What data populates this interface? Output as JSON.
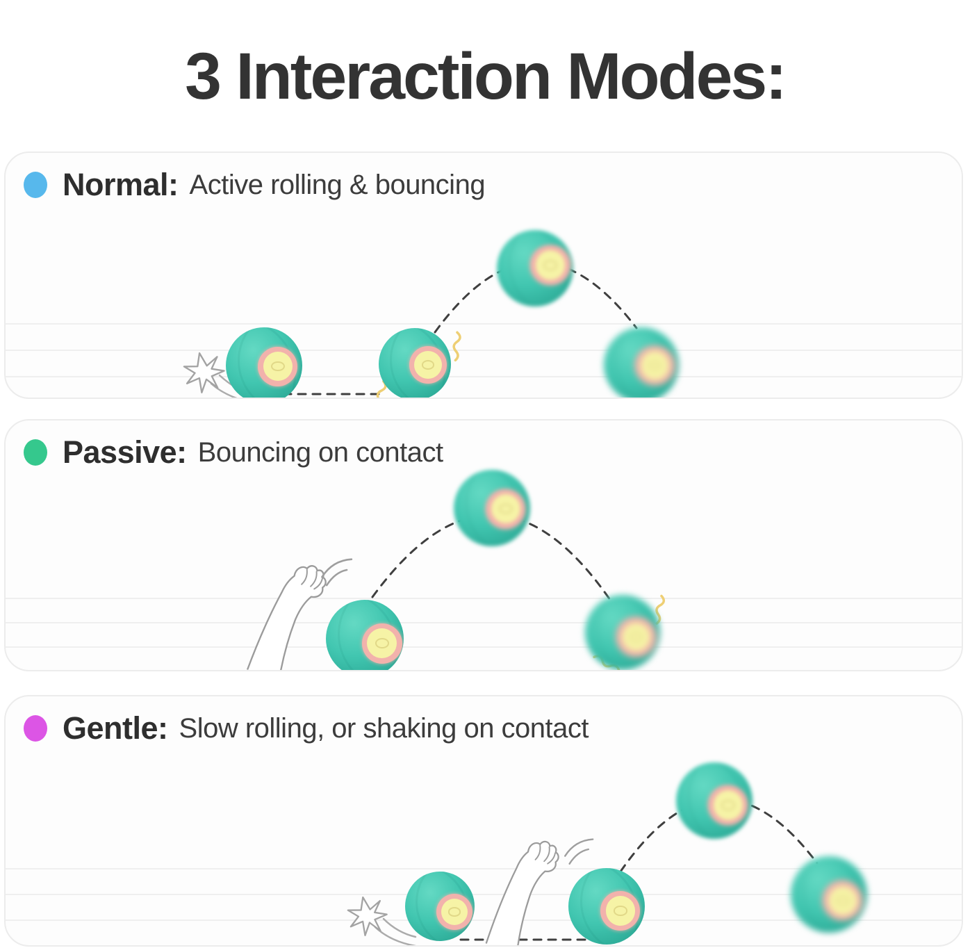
{
  "title": "3 Interaction Modes:",
  "modes": [
    {
      "id": "normal",
      "dot_color": "#57b8ec",
      "label": "Normal:",
      "description": "Active rolling & bouncing"
    },
    {
      "id": "passive",
      "dot_color": "#35c88d",
      "label": "Passive:",
      "description": "Bouncing on contact"
    },
    {
      "id": "gentle",
      "dot_color": "#dc55e5",
      "label": "Gentle:",
      "description": "Slow rolling, or shaking on contact"
    }
  ],
  "colors": {
    "ball_teal": "#41c6b0",
    "ball_highlight": "#64d9c3",
    "ball_shadow": "#269481",
    "lens_ring_pink": "#f2b2ac",
    "lens_core_yellow": "#f6f3a6",
    "trajectory_dash": "#3f3f3f",
    "floor_line": "#efefef",
    "panel_border": "#ececec",
    "title_text": "#333333",
    "vibration_squiggle": "#eecf74"
  },
  "icons": [
    "kick-scratch-icon",
    "paw-icon",
    "motion-arcs-icon",
    "vibration-squiggle-icon",
    "led-lens"
  ]
}
